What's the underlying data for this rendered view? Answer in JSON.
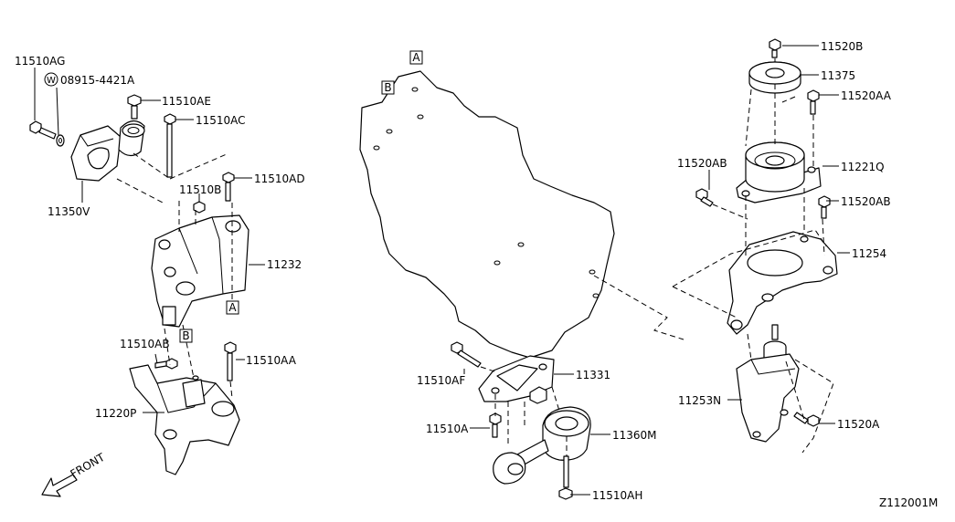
{
  "diagram_id": "Z112001M",
  "direction_label": "FRONT",
  "ref_markers": {
    "a": "A",
    "b": "B"
  },
  "part_labels": {
    "p11510AG": "11510AG",
    "p08915_4421A": "08915-4421A",
    "washer_symbol": "W",
    "p11510AE": "11510AE",
    "p11510AC": "11510AC",
    "p11510AD": "11510AD",
    "p11510B": "11510B",
    "p11350V": "11350V",
    "p11232": "11232",
    "p11510AB": "11510AB",
    "p11510AA": "11510AA",
    "p11220P": "11220P",
    "p11510AF": "11510AF",
    "p11331": "11331",
    "p11510A": "11510A",
    "p11360M": "11360M",
    "p11510AH": "11510AH",
    "p11520B": "11520B",
    "p11375": "11375",
    "p11520AA": "11520AA",
    "p11520AB_left": "11520AB",
    "p11221Q": "11221Q",
    "p11520AB_right": "11520AB",
    "p11254": "11254",
    "p11253N": "11253N",
    "p11520A": "11520A"
  }
}
